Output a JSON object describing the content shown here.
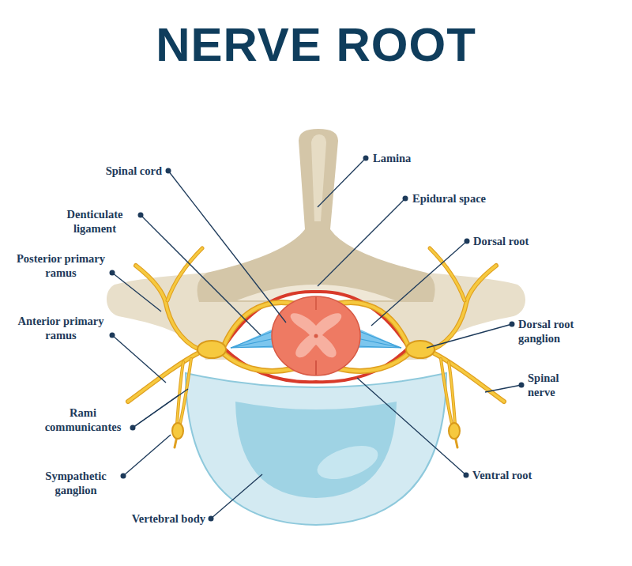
{
  "diagram": {
    "title": "NERVE ROOT",
    "labels": [
      "Lamina",
      "Spinal cord",
      "Epidural space",
      "Denticulate ligament",
      "Dorsal root",
      "Posterior primary ramus",
      "Anterior primary ramus",
      "Dorsal root ganglion",
      "Spinal nerve",
      "Rami communicantes",
      "Sympathetic ganglion",
      "Ventral root",
      "Vertebral body"
    ]
  }
}
